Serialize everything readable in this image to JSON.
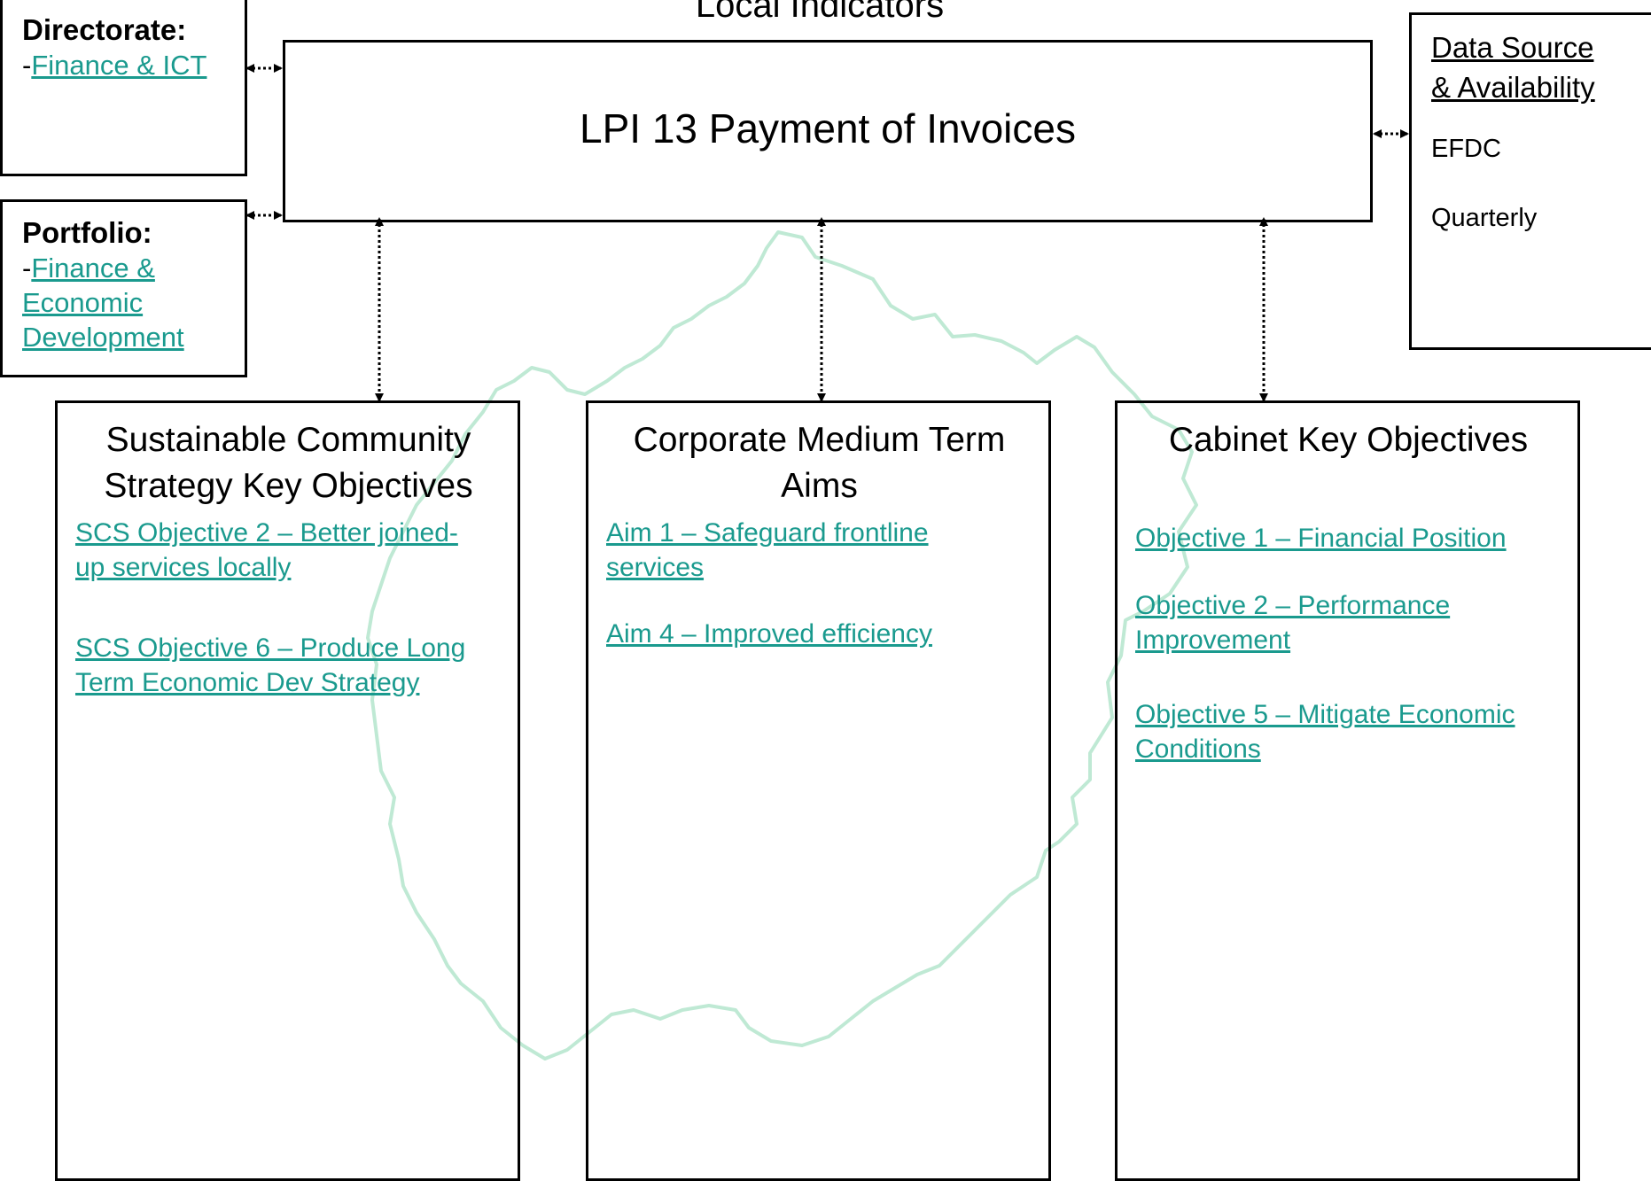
{
  "section_title": "Local Indicators",
  "indicator": {
    "title": "LPI 13 Payment of Invoices"
  },
  "directorate": {
    "heading": "Directorate:",
    "prefix": "-",
    "link": "Finance & ICT"
  },
  "portfolio": {
    "heading": "Portfolio:",
    "prefix": "-",
    "link_lines": [
      "Finance &",
      "Economic",
      "Development"
    ]
  },
  "data_source": {
    "heading_lines": [
      "Data Source",
      "& Availability"
    ],
    "source": "EFDC",
    "frequency": "Quarterly"
  },
  "columns": [
    {
      "title_lines": [
        "Sustainable Community",
        "Strategy Key Objectives"
      ],
      "links": [
        [
          "SCS Objective 2 – Better joined-",
          "up services locally"
        ],
        [
          "SCS Objective 6 – Produce Long",
          "Term Economic Dev Strategy"
        ]
      ]
    },
    {
      "title_lines": [
        "Corporate Medium Term",
        "Aims"
      ],
      "links": [
        [
          "Aim 1 – Safeguard frontline",
          "services"
        ],
        [
          "Aim 4 – Improved efficiency"
        ]
      ]
    },
    {
      "title_lines": [
        "Cabinet Key Objectives"
      ],
      "links": [
        [
          "Objective 1 – Financial Position"
        ],
        [
          "Objective 2 – Performance",
          "Improvement"
        ],
        [
          "Objective 5 – Mitigate Economic",
          "Conditions"
        ]
      ]
    }
  ],
  "colors": {
    "link": "#1a9a8e",
    "watermark": "#bfe9d4",
    "border": "#000000"
  }
}
